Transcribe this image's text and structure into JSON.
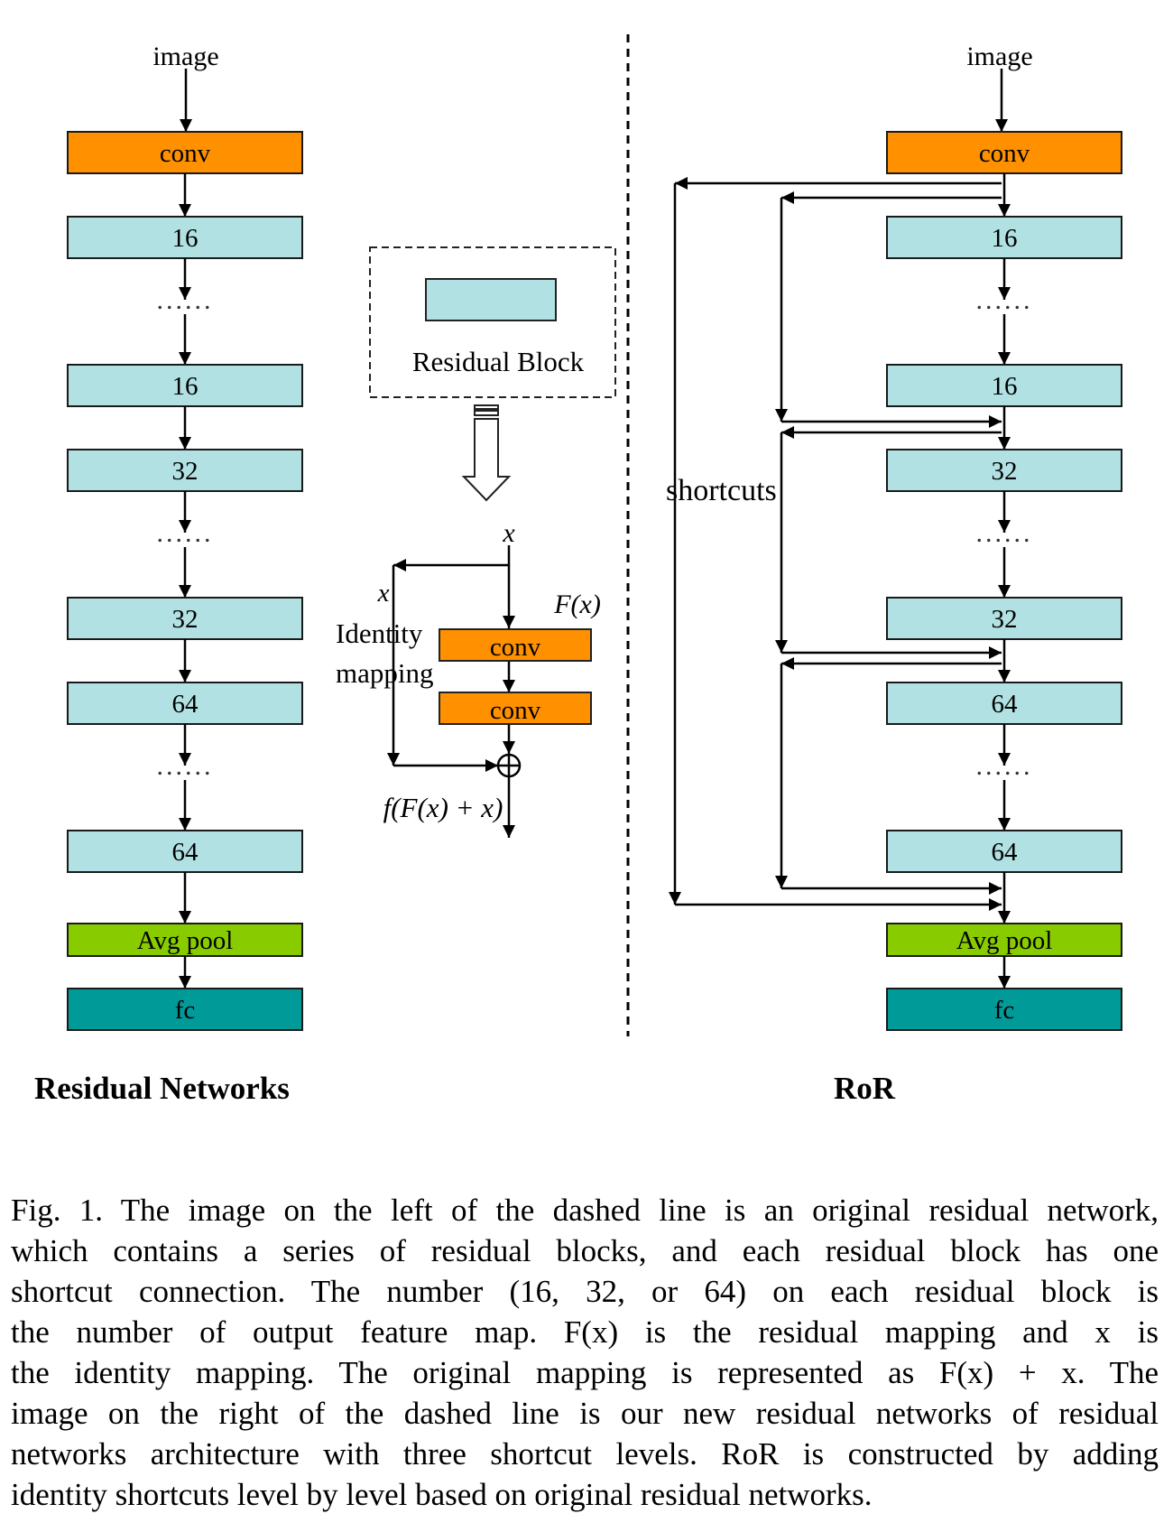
{
  "colors": {
    "conv": "#ff9100",
    "block": "#b1e1e3",
    "avgpool": "#88cc00",
    "fc": "#009a98",
    "stroke": "#1a1a1a",
    "arrow": "#000000"
  },
  "left_panel": {
    "title": "Residual Networks",
    "input_label": "image",
    "layers": [
      {
        "kind": "conv",
        "label": "conv"
      },
      {
        "kind": "block",
        "label": "16"
      },
      {
        "kind": "ellipsis",
        "label": "......"
      },
      {
        "kind": "block",
        "label": "16"
      },
      {
        "kind": "block",
        "label": "32"
      },
      {
        "kind": "ellipsis",
        "label": "......"
      },
      {
        "kind": "block",
        "label": "32"
      },
      {
        "kind": "block",
        "label": "64"
      },
      {
        "kind": "ellipsis",
        "label": "......"
      },
      {
        "kind": "block",
        "label": "64"
      },
      {
        "kind": "avgpool",
        "label": "Avg pool"
      },
      {
        "kind": "fc",
        "label": "fc"
      }
    ]
  },
  "middle_panel": {
    "legend_label": "Residual Block",
    "input": "x",
    "identity_x": "x",
    "identity_label_1": "Identity",
    "identity_label_2": "mapping",
    "residual_label": "F(x)",
    "conv1": "conv",
    "conv2": "conv",
    "sum_symbol": "⊕",
    "output_label": "f(F(x) + x)"
  },
  "right_panel": {
    "title": "RoR",
    "input_label": "image",
    "shortcuts_label": "shortcuts",
    "layers": [
      {
        "kind": "conv",
        "label": "conv"
      },
      {
        "kind": "block",
        "label": "16"
      },
      {
        "kind": "ellipsis",
        "label": "......"
      },
      {
        "kind": "block",
        "label": "16"
      },
      {
        "kind": "block",
        "label": "32"
      },
      {
        "kind": "ellipsis",
        "label": "......"
      },
      {
        "kind": "block",
        "label": "32"
      },
      {
        "kind": "block",
        "label": "64"
      },
      {
        "kind": "ellipsis",
        "label": "......"
      },
      {
        "kind": "block",
        "label": "64"
      },
      {
        "kind": "avgpool",
        "label": "Avg pool"
      },
      {
        "kind": "fc",
        "label": "fc"
      }
    ],
    "shortcut_levels": 3
  },
  "caption": {
    "lines": [
      "Fig. 1.  The image on the left of the dashed line is an original residual network,",
      "which contains a series of residual blocks, and each residual block has one",
      "shortcut connection. The number (16, 32, or 64) on each residual block is",
      "the number of output feature map. F(x) is the residual mapping and x is",
      "the identity mapping. The original mapping is represented as F(x) + x. The",
      "image on the right of the dashed line is our new residual networks of residual",
      "networks architecture with three shortcut levels. RoR is constructed by adding",
      "identity shortcuts level by level based on original residual networks."
    ]
  }
}
